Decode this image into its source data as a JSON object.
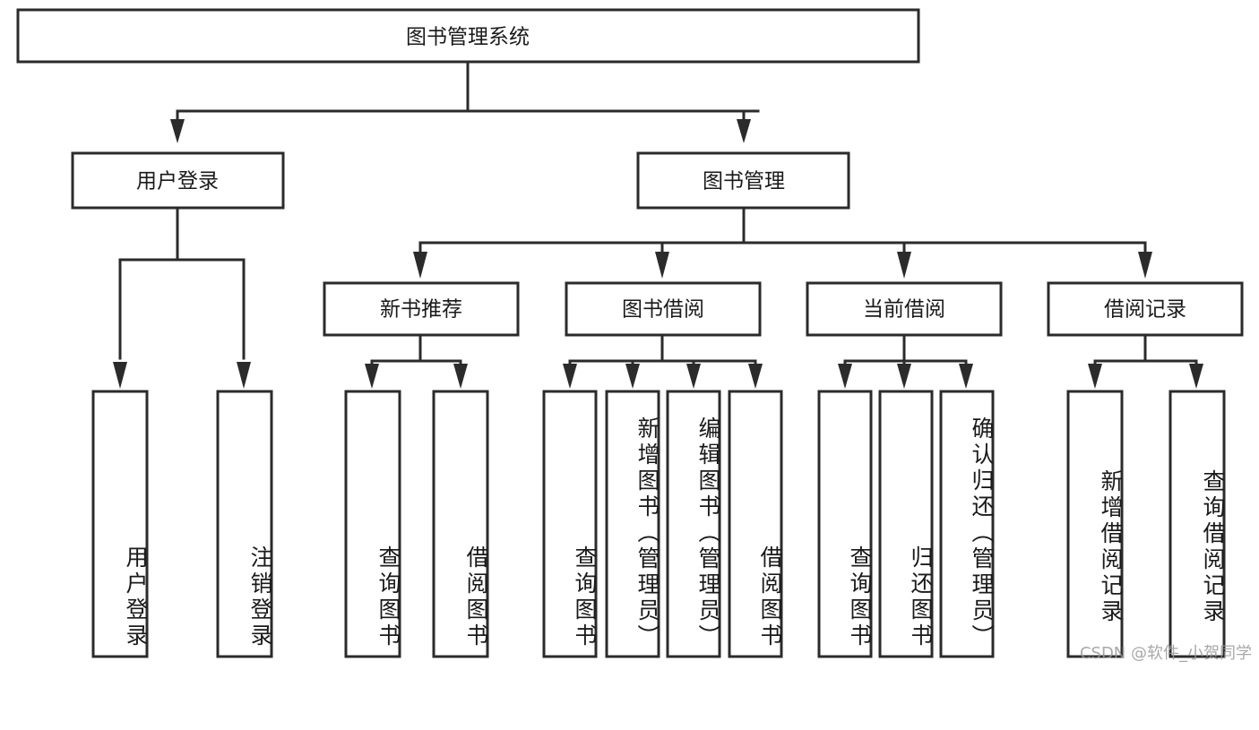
{
  "diagram": {
    "title": "图书管理系统",
    "type": "tree-hierarchy",
    "watermark": "CSDN @软件_小贺同学",
    "colors": {
      "background": "#ffffff",
      "stroke": "#2b2b2b",
      "box_fill": "#ffffff",
      "text": "#1a1a1a",
      "watermark_text": "#9a9a9a"
    },
    "levels": {
      "root": {
        "label": "图书管理系统"
      },
      "level2": [
        {
          "id": "user-login",
          "label": "用户登录"
        },
        {
          "id": "book-manage",
          "label": "图书管理"
        }
      ],
      "level3": [
        {
          "id": "new-book-recommend",
          "label": "新书推荐"
        },
        {
          "id": "book-borrow",
          "label": "图书借阅"
        },
        {
          "id": "current-borrow",
          "label": "当前借阅"
        },
        {
          "id": "borrow-record",
          "label": "借阅记录"
        }
      ],
      "leaves": [
        {
          "id": "leaf-user-login",
          "parent": "user-login",
          "label": "用户登录"
        },
        {
          "id": "leaf-user-logout",
          "parent": "user-login",
          "label": "注销登录"
        },
        {
          "id": "leaf-query-book-1",
          "parent": "new-book-recommend",
          "label": "查询图书"
        },
        {
          "id": "leaf-borrow-book-1",
          "parent": "new-book-recommend",
          "label": "借阅图书"
        },
        {
          "id": "leaf-query-book-2",
          "parent": "book-borrow",
          "label": "查询图书"
        },
        {
          "id": "leaf-add-book",
          "parent": "book-borrow",
          "label": "新增图书（管理员）"
        },
        {
          "id": "leaf-edit-book",
          "parent": "book-borrow",
          "label": "编辑图书（管理员）"
        },
        {
          "id": "leaf-borrow-book-2",
          "parent": "book-borrow",
          "label": "借阅图书"
        },
        {
          "id": "leaf-query-book-3",
          "parent": "current-borrow",
          "label": "查询图书"
        },
        {
          "id": "leaf-return-book",
          "parent": "current-borrow",
          "label": "归还图书"
        },
        {
          "id": "leaf-confirm-return",
          "parent": "current-borrow",
          "label": "确认归还（管理员）"
        },
        {
          "id": "leaf-add-record",
          "parent": "borrow-record",
          "label": "新增借阅记录"
        },
        {
          "id": "leaf-query-record",
          "parent": "borrow-record",
          "label": "查询借阅记录"
        }
      ]
    }
  }
}
